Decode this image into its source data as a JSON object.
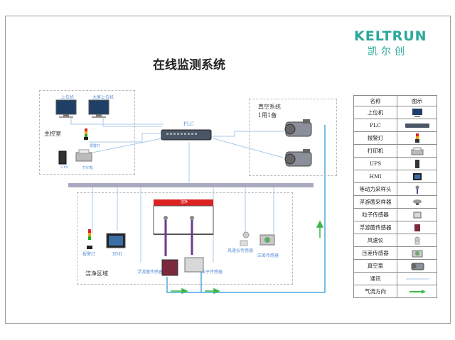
{
  "logo": {
    "en": "KELTRUN",
    "cn": "凯尔创"
  },
  "title": "在线监测系统",
  "control_room": {
    "label": "主控室",
    "device_labels": [
      "上位机",
      "大屏上位机",
      "UPS",
      "打印机",
      "报警灯"
    ]
  },
  "plc_label": "PLC",
  "vacuum": {
    "label": "真空系统",
    "sublabel": "1用1备"
  },
  "clean_area": {
    "label": "洁净区域",
    "device_labels": [
      "报警灯",
      "HMI",
      "浮游菌传感器",
      "粒子传感器",
      "风速仪传感器",
      "压差传感器"
    ],
    "panel_label": "洁净"
  },
  "legend": {
    "headers": [
      "名称",
      "图示"
    ],
    "rows": [
      {
        "name": "上位机",
        "icon": "computer-icon"
      },
      {
        "name": "PLC",
        "icon": "plc-icon"
      },
      {
        "name": "报警灯",
        "icon": "alarm-light-icon"
      },
      {
        "name": "打印机",
        "icon": "printer-icon"
      },
      {
        "name": "UPS",
        "icon": "ups-icon"
      },
      {
        "name": "HMI",
        "icon": "hmi-icon"
      },
      {
        "name": "等动力采样头",
        "icon": "sampling-head-icon"
      },
      {
        "name": "浮游菌采样器",
        "icon": "bacteria-sampler-icon"
      },
      {
        "name": "粒子传感器",
        "icon": "particle-sensor-icon"
      },
      {
        "name": "浮游菌传感器",
        "icon": "bacteria-sensor-icon"
      },
      {
        "name": "风速仪",
        "icon": "anemometer-icon"
      },
      {
        "name": "压差传感器",
        "icon": "pressure-sensor-icon"
      },
      {
        "name": "真空泵",
        "icon": "vacuum-pump-icon"
      },
      {
        "name": "通讯",
        "icon": "comm-line-icon"
      },
      {
        "name": "气流方向",
        "icon": "airflow-arrow-icon"
      }
    ]
  },
  "colors": {
    "brand": "#2aa89a",
    "comm_line": "#a8c8e8",
    "bus": "#a8a8c0",
    "vacuum_pipe": "#4aa8e0",
    "airflow": "#3bb84a",
    "panel_red": "#d22"
  }
}
